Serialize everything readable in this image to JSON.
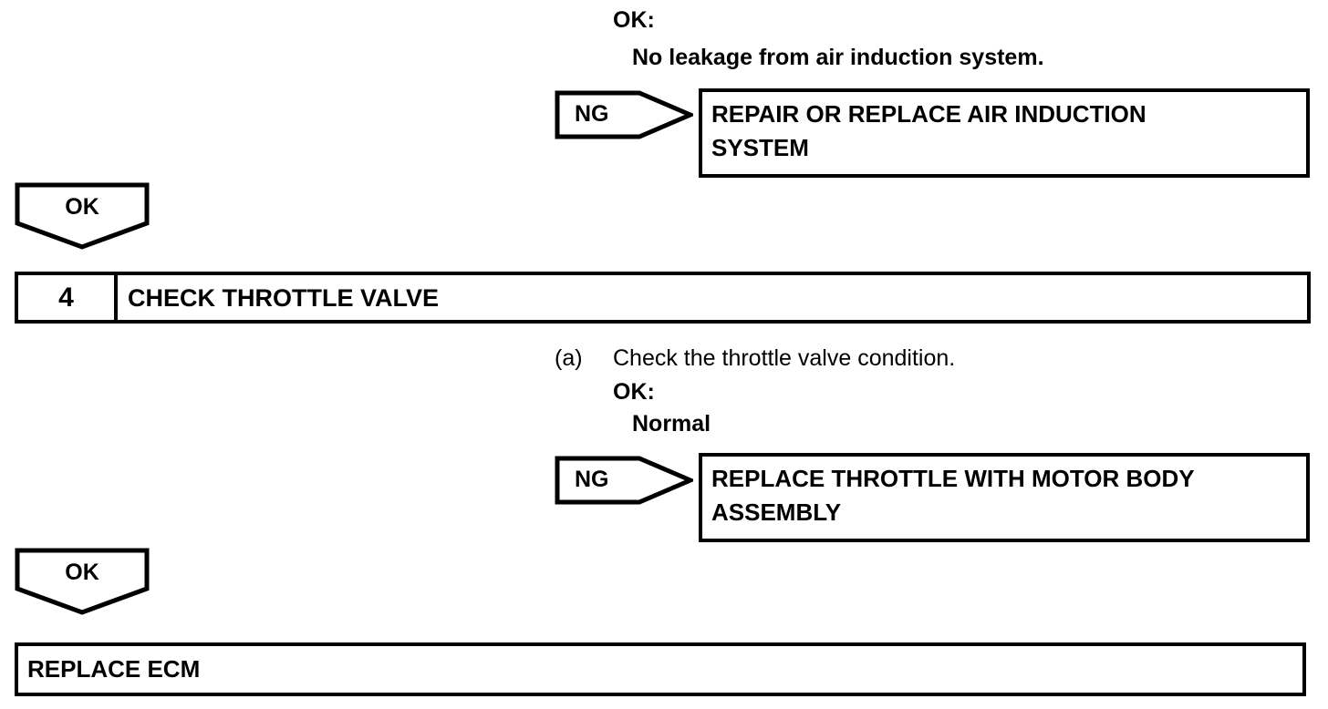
{
  "document": {
    "type": "diagnostic-flowchart",
    "ink_color": "#000000",
    "background_color": "#ffffff"
  },
  "top_result": {
    "ok_heading": "OK:",
    "ok_detail": "No leakage from air induction system.",
    "ng_connector_label": "NG",
    "ng_box_line1": "REPAIR OR REPLACE AIR INDUCTION",
    "ng_box_line2": "SYSTEM"
  },
  "ok_connector_1": {
    "label": "OK"
  },
  "step": {
    "number": "4",
    "title": "CHECK THROTTLE VALVE",
    "instruction_marker": "(a)",
    "instruction_text": "Check the throttle valve condition.",
    "ok_heading": "OK:",
    "ok_detail": "Normal",
    "ng_connector_label": "NG",
    "ng_box_line1": "REPLACE THROTTLE WITH MOTOR BODY",
    "ng_box_line2": "ASSEMBLY"
  },
  "ok_connector_2": {
    "label": "OK"
  },
  "final_result": {
    "text": "REPLACE ECM"
  }
}
